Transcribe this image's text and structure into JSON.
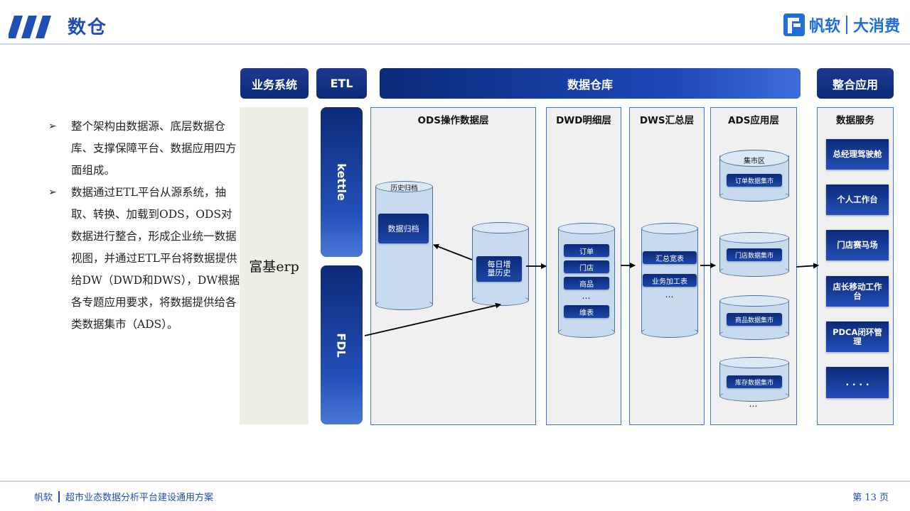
{
  "header": {
    "title": "数仓",
    "brand_name": "帆软",
    "brand_sub": "大消费"
  },
  "bullets": [
    "整个架构由数据源、底层数据仓库、支撑保障平台、数据应用四方面组成。",
    "数据通过ETL平台从源系统，抽取、转换、加载到ODS，ODS对数据进行整合，形成企业统一数据视图，并通过ETL平台将数据提供给DW（DWD和DWS），DW根据各专题应用要求，将数据提供给各类数据集市（ADS）。"
  ],
  "columns": {
    "business": "业务系统",
    "etl": "ETL",
    "warehouse": "数据仓库",
    "application": "整合应用"
  },
  "source_system": "富基erp",
  "etl_tools": [
    "kettle",
    "FDL"
  ],
  "layers": {
    "ods": {
      "title": "ODS操作数据层",
      "archive_label": "历史归档",
      "archive_box": "数据归档",
      "incr_box_line1": "每日增",
      "incr_box_line2": "量历史"
    },
    "dwd": {
      "title": "DWD明细层",
      "items": [
        "订单",
        "门店",
        "商品",
        "…",
        "维表"
      ]
    },
    "dws": {
      "title": "DWS汇总层",
      "items": [
        "汇总宽表",
        "业务加工表",
        "…"
      ]
    },
    "ads": {
      "title": "ADS应用层",
      "mart_label": "集市区",
      "marts": [
        "订单数据集市",
        "门店数据集市",
        "商品数据集市",
        "库存数据集市"
      ],
      "more": "…"
    }
  },
  "services": {
    "title": "数据服务",
    "items": [
      "总经理驾驶舱",
      "个人工作台",
      "门店赛马场",
      "店长移动工作台",
      "PDCA闭环管理",
      ". . . ."
    ]
  },
  "footer": {
    "company": "帆软",
    "doc_title": "超市业态数据分析平台建设通用方案",
    "page": "第 13 页"
  },
  "colors": {
    "primary": "#1f4fb5",
    "dark_navy": "#0c2a78",
    "layer_border": "#3a78c8",
    "cylinder_fill": "#c8dbee"
  }
}
